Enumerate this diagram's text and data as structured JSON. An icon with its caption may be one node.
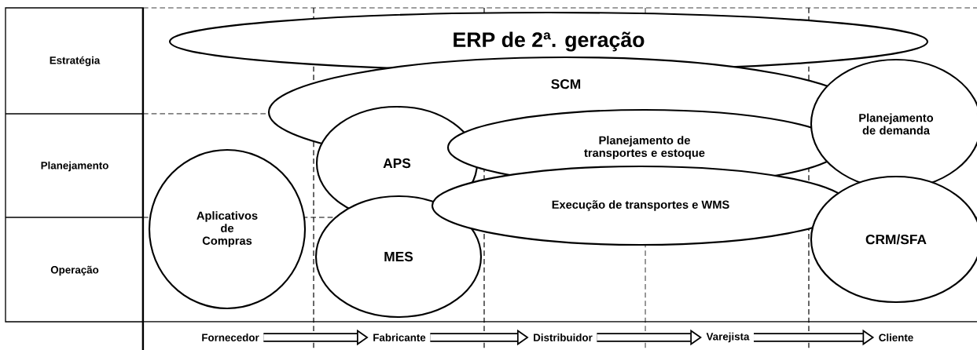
{
  "diagram": {
    "nodes": [
      {
        "text": [
          "ERP de 2ª. geração"
        ]
      },
      {
        "text": [
          "SCM"
        ]
      },
      {
        "text": [
          "Planejamento de demanda"
        ]
      },
      {
        "text": [
          "APS"
        ]
      },
      {
        "text": [
          "Planejamento de transportes e estoque"
        ]
      },
      {
        "text": [
          "Execução de transportes e WMS"
        ]
      },
      {
        "text": [
          "Aplicativos de Compras"
        ]
      },
      {
        "text": [
          "MES"
        ]
      },
      {
        "text": [
          "CRM/SFA"
        ]
      },
      {
        "text": [
          "Fornecedor"
        ]
      },
      {
        "text": [
          "Fabricante"
        ]
      },
      {
        "text": [
          "Distribuidor"
        ]
      },
      {
        "text": [
          "Varejista"
        ]
      },
      {
        "text": [
          "Cliente"
        ]
      }
    ],
    "edges": [
      {
        "from": 9,
        "to": 10,
        "arrow": "to"
      },
      {
        "from": 10,
        "to": 11,
        "arrow": "to"
      },
      {
        "from": 11,
        "to": 12,
        "arrow": "to"
      },
      {
        "from": 12,
        "to": 13,
        "arrow": "to"
      }
    ],
    "labels": [
      "Estratégia",
      "Planejamento",
      "Operação"
    ]
  }
}
